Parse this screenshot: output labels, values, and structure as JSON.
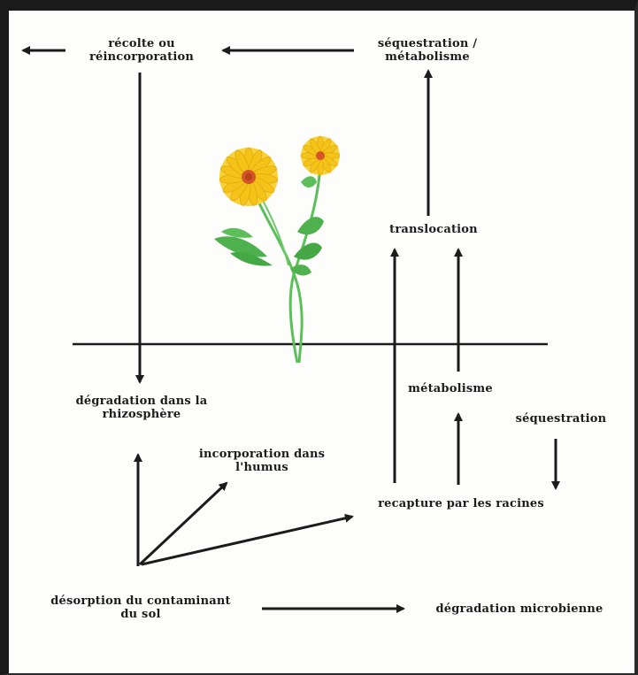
{
  "labels": {
    "harvest": [
      "récolte ou",
      "réincorporation"
    ],
    "sequestration_metabolism": [
      "séquestration /",
      "métabolisme"
    ],
    "translocation": "translocation",
    "rhizosphere_degradation": [
      "dégradation dans la",
      "rhizosphère"
    ],
    "metabolism": "métabolisme",
    "sequestration": "séquestration",
    "humus_incorporation": [
      "incorporation dans",
      "l'humus"
    ],
    "root_recapture": "recapture par les racines",
    "desorption": [
      "désorption du contaminant",
      "du sol"
    ],
    "microbial_degradation": "dégradation microbienne"
  },
  "colors": {
    "ink": "#1c1c1c",
    "frame": "#1a1a1a",
    "petal": "#f5c218",
    "flower_center": "#d4552a",
    "stem": "#5bbf5a",
    "leaf": "#4fb04e"
  },
  "icons": [
    "flower-plant-illustration"
  ]
}
